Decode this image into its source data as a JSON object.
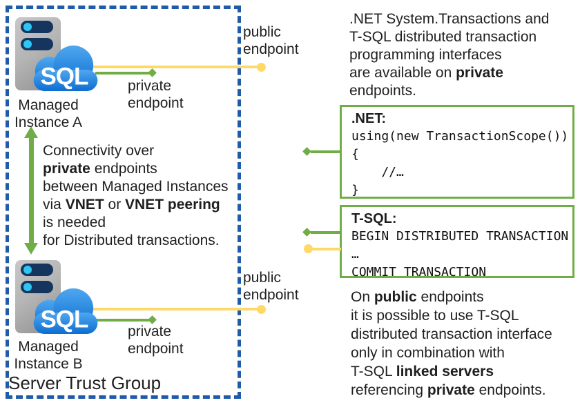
{
  "trust_group": {
    "label": "Server Trust Group"
  },
  "instance_a": {
    "name_lines": [
      "Managed",
      "Instance A"
    ]
  },
  "instance_b": {
    "name_lines": [
      "Managed",
      "Instance B"
    ]
  },
  "sql_icon": {
    "label": "SQL"
  },
  "endpoint_labels": {
    "public_a": [
      "public",
      "endpoint"
    ],
    "private_a": [
      "private",
      "endpoint"
    ],
    "public_b": [
      "public",
      "endpoint"
    ],
    "private_b": [
      "private",
      "endpoint"
    ]
  },
  "connectivity_note": [
    [
      {
        "t": "Connectivity over"
      }
    ],
    [
      {
        "t": "private",
        "b": true
      },
      {
        "t": " endpoints"
      }
    ],
    [
      {
        "t": "between Managed Instances"
      }
    ],
    [
      {
        "t": "via "
      },
      {
        "t": "VNET",
        "b": true
      },
      {
        "t": " or "
      },
      {
        "t": "VNET peering",
        "b": true
      }
    ],
    [
      {
        "t": "is needed"
      }
    ],
    [
      {
        "t": "for Distributed transactions."
      }
    ]
  ],
  "private_note": [
    [
      {
        "t": ".NET System.Transactions and"
      }
    ],
    [
      {
        "t": "T-SQL distributed transaction"
      }
    ],
    [
      {
        "t": "programming interfaces"
      }
    ],
    [
      {
        "t": "are available on "
      },
      {
        "t": "private",
        "b": true
      }
    ],
    [
      {
        "t": "endpoints."
      }
    ]
  ],
  "public_note": [
    [
      {
        "t": "On "
      },
      {
        "t": "public",
        "b": true
      },
      {
        "t": " endpoints"
      }
    ],
    [
      {
        "t": "it is possible to use T-SQL"
      }
    ],
    [
      {
        "t": "distributed transaction interface"
      }
    ],
    [
      {
        "t": "only in combination with"
      }
    ],
    [
      {
        "t": "T-SQL "
      },
      {
        "t": "linked servers",
        "b": true
      }
    ],
    [
      {
        "t": "referencing "
      },
      {
        "t": "private",
        "b": true
      },
      {
        "t": " endpoints."
      }
    ]
  ],
  "net_box": {
    "title": ".NET:",
    "code_lines": [
      "using(new TransactionScope())",
      "{",
      "    //…",
      "}"
    ]
  },
  "tsql_box": {
    "title": "T-SQL:",
    "code_lines": [
      "BEGIN DISTRIBUTED TRANSACTION",
      "…",
      "COMMIT TRANSACTION"
    ]
  },
  "colors": {
    "green": "#70AD47",
    "yellow": "#FFD966",
    "dash_blue": "#1F5BA9",
    "server_bar": "#15355E",
    "bar_dot": "#2EC6F0",
    "cloud_top": "#4FA7EF",
    "cloud_bottom": "#0D6ED1"
  }
}
